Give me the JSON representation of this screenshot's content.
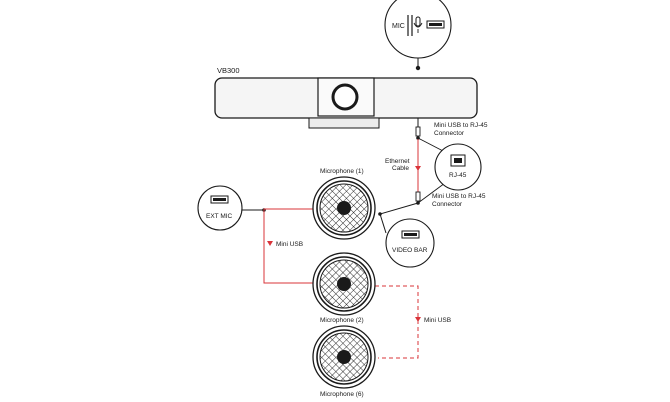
{
  "device_label": "VB300",
  "callouts": {
    "top": "MIC",
    "rj45": "RJ-45",
    "ext_mic": "EXT MIC",
    "video_bar": "VIDEO BAR"
  },
  "connectors": {
    "upper_line1": "Mini USB to RJ-45",
    "upper_line2": "Connector",
    "lower_line1": "Mini USB to RJ-45",
    "lower_line2": "Connector"
  },
  "cable": {
    "line1": "Ethernet",
    "line2": "Cable"
  },
  "links": {
    "mini_usb_left": "Mini USB",
    "mini_usb_right": "Mini USB"
  },
  "microphones": [
    {
      "label": "Microphone (1)"
    },
    {
      "label": "Microphone (2)"
    },
    {
      "label": "Microphone (6)"
    }
  ],
  "colors": {
    "line": "#1a1a1a",
    "cable_red": "#d9343a",
    "bar_fill": "#f5f5f5",
    "mic_fill": "#ffffff"
  }
}
